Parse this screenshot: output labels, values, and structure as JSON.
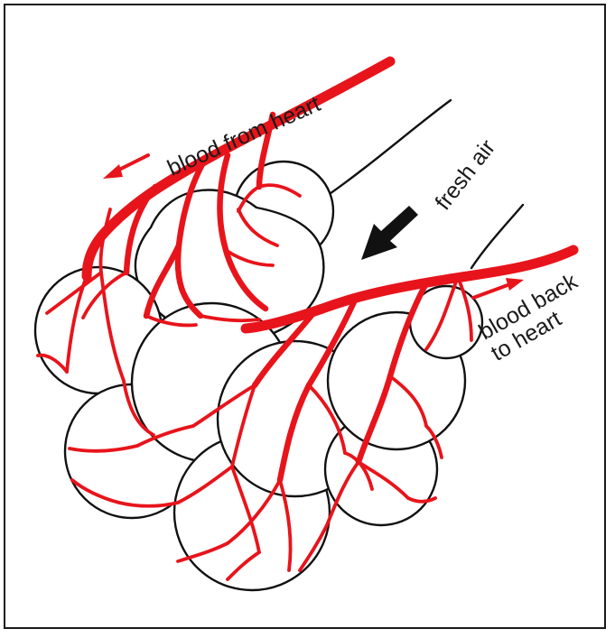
{
  "labels": {
    "blood_from_heart": "blood from heart",
    "fresh_air": "fresh air",
    "blood_back_line1": "blood back",
    "blood_back_line2": "to heart"
  },
  "colors": {
    "vessel": "#e8141b",
    "outline": "#111111",
    "air_arrow": "#111111",
    "background": "#ffffff"
  }
}
